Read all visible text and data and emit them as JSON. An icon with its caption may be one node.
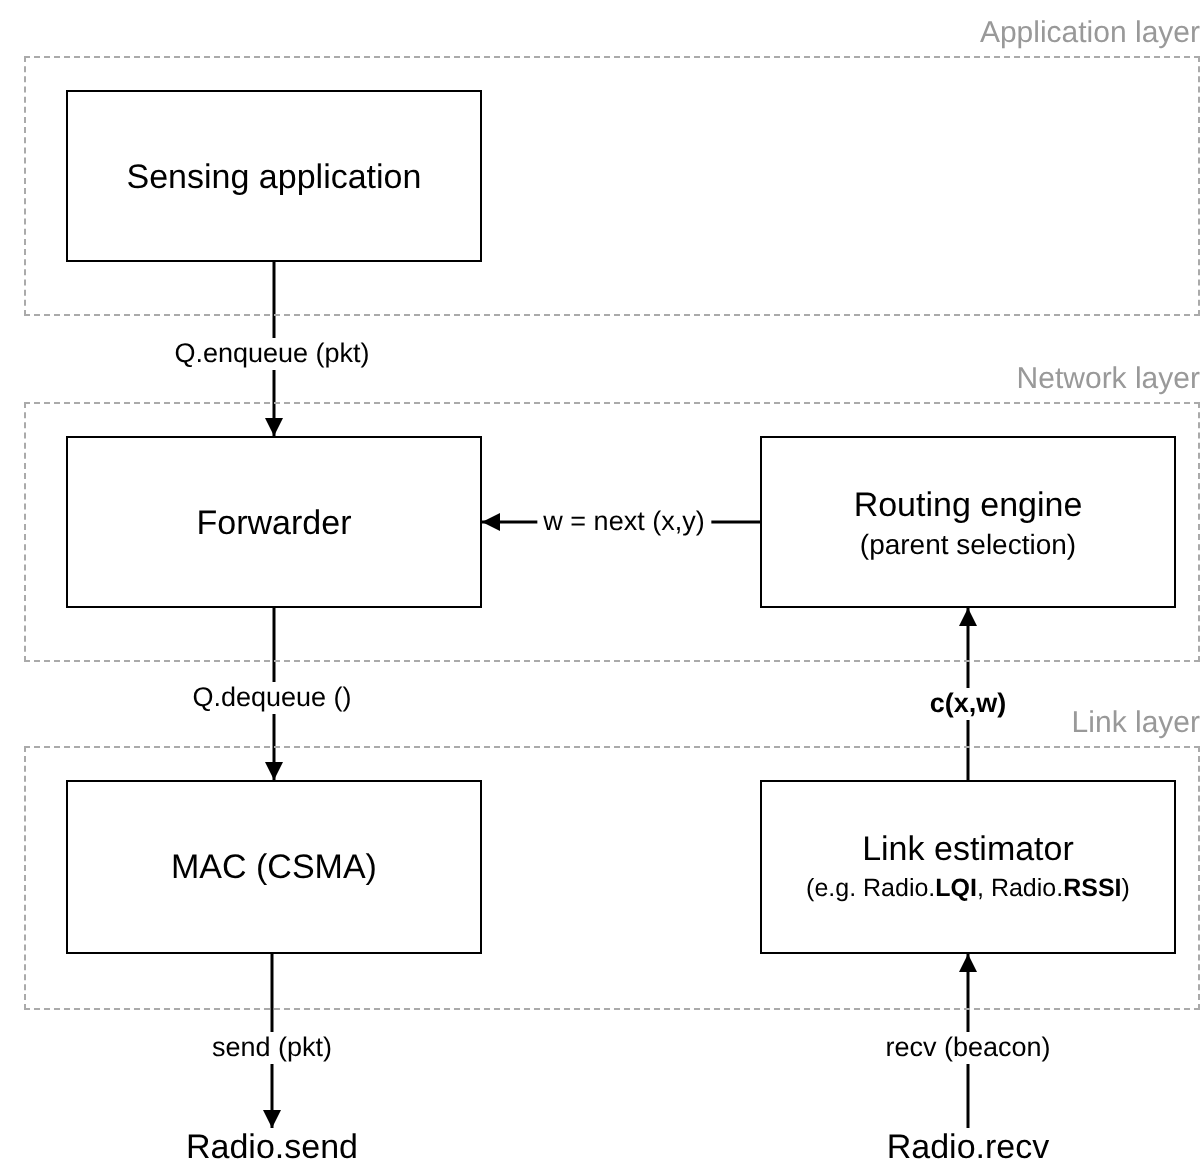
{
  "diagram": {
    "nodes": [
      {
        "text": [
          "Application layer"
        ]
      },
      {
        "text": [
          "Sensing application"
        ],
        "in": 0
      },
      {
        "text": [
          "Network layer"
        ]
      },
      {
        "text": [
          "Forwarder"
        ],
        "in": 2
      },
      {
        "text": [
          "Routing engine",
          "(parent selection)"
        ],
        "in": 2
      },
      {
        "text": [
          "Link layer"
        ]
      },
      {
        "text": [
          "MAC (CSMA)"
        ],
        "in": 5
      },
      {
        "text": [
          "Link estimator",
          "(e.g. Radio.**LQI**, Radio.**RSSI**)"
        ],
        "in": 5
      },
      {
        "text": [
          "Radio.send"
        ]
      },
      {
        "text": [
          "Radio.recv"
        ]
      }
    ],
    "edges": [
      {
        "from": 1,
        "to": 3,
        "arrow": "to",
        "label": "Q.enqueue (pkt)"
      },
      {
        "from": 4,
        "to": 3,
        "arrow": "to",
        "label": "w = next (x,y)"
      },
      {
        "from": 3,
        "to": 6,
        "arrow": "to",
        "label": "Q.dequeue ()"
      },
      {
        "from": 7,
        "to": 4,
        "arrow": "to",
        "label": "c(x,w)"
      },
      {
        "from": 6,
        "to": 8,
        "arrow": "to",
        "label": "send (pkt)"
      },
      {
        "from": 9,
        "to": 7,
        "arrow": "to",
        "label": "recv (beacon)"
      }
    ]
  }
}
